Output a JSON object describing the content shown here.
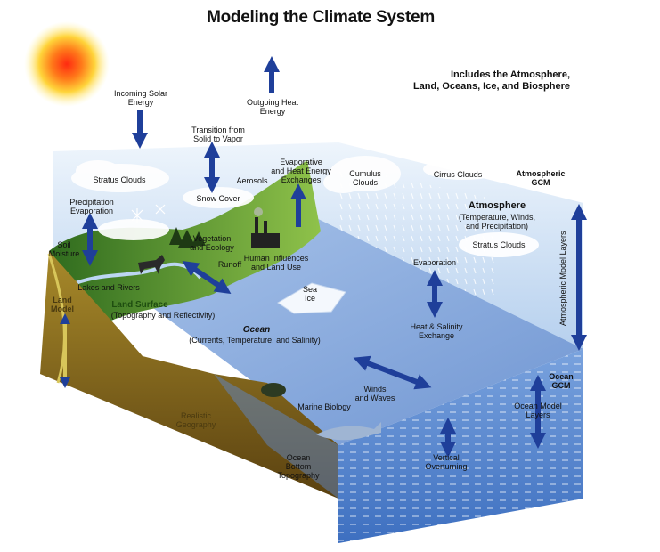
{
  "title": "Modeling the Climate System",
  "subtitle": "Includes the Atmosphere,\nLand, Oceans, Ice, and Biosphere",
  "labels": {
    "incoming_solar": "Incoming Solar\nEnergy",
    "outgoing_heat": "Outgoing Heat\nEnergy",
    "transition": "Transition from\nSolid to Vapor",
    "stratus_clouds_left": "Stratus Clouds",
    "snow_cover": "Snow Cover",
    "aerosols": "Aerosols",
    "evaporative_exchanges": "Evaporative\nand Heat Energy\nExchanges",
    "cumulus_clouds": "Cumulus\nClouds",
    "cirrus_clouds": "Cirrus Clouds",
    "atmospheric_gcm": "Atmospheric\nGCM",
    "precip_evap": "Precipitation\nEvaporation",
    "vegetation": "Vegetation\nand Ecology",
    "soil_moisture": "Soil\nMoisture",
    "runoff": "Runoff",
    "human_influences": "Human Influences\nand Land Use",
    "atmosphere_title": "Atmosphere",
    "atmosphere_detail": "(Temperature, Winds,\nand Precipitation)",
    "stratus_clouds_right": "Stratus Clouds",
    "atmospheric_model_layers": "Atmospheric Model Layers",
    "lakes_rivers": "Lakes and Rivers",
    "land_model": "Land\nModel",
    "land_surface": "Land Surface",
    "land_surface_detail": "(Topography  and Reflectivity)",
    "sea_ice": "Sea\nIce",
    "evaporation": "Evaporation",
    "ocean_title": "Ocean",
    "ocean_detail": "(Currents, Temperature, and Salinity)",
    "heat_salinity": "Heat & Salinity\nExchange",
    "winds_waves": "Winds\nand Waves",
    "marine_biology": "Marine Biology",
    "ocean_gcm": "Ocean\nGCM",
    "ocean_model_layers": "Ocean Model\nLayers",
    "realistic_geography": "Realistic\nGeography",
    "ocean_bottom": "Ocean\nBottom\nTopography",
    "vertical_overturning": "Vertical\nOverturning"
  },
  "colors": {
    "arrow": "#1f3f9a",
    "sun": "#ff5a1a",
    "ocean": "#7fa3dd",
    "land": "#4f8f2a",
    "sky": "#c6dbf2"
  },
  "icons": [
    "sun-icon",
    "factory-icon",
    "animal-icon",
    "tree-icon",
    "turtle-icon",
    "shark-icon",
    "snowflake-icon"
  ]
}
